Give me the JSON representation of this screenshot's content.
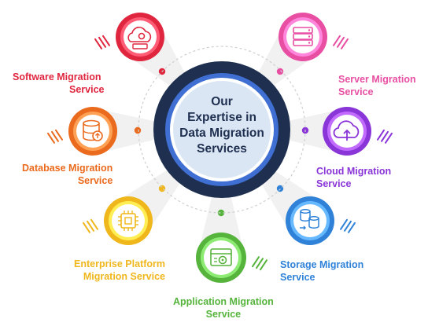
{
  "center": {
    "title_lines": [
      "Our",
      "Expertise in",
      "Data Migration",
      "Services"
    ]
  },
  "services": [
    {
      "label_lines": [
        "Software Migration",
        "Service"
      ],
      "color": "#e0263f",
      "icon": "cloud-gear-icon"
    },
    {
      "label_lines": [
        "Server Migration",
        "Service"
      ],
      "color": "#e84fa3",
      "icon": "server-rack-icon"
    },
    {
      "label_lines": [
        "Database Migration",
        "Service"
      ],
      "color": "#ea6a1e",
      "icon": "database-upload-icon"
    },
    {
      "label_lines": [
        "Cloud Migration",
        "Service"
      ],
      "color": "#8a35d8",
      "icon": "cloud-upload-icon"
    },
    {
      "label_lines": [
        "Enterprise Platform",
        "Migration Service"
      ],
      "color": "#efb71c",
      "icon": "chip-platform-icon"
    },
    {
      "label_lines": [
        "Storage Migration",
        "Service"
      ],
      "color": "#2f82d8",
      "icon": "storage-transfer-icon"
    },
    {
      "label_lines": [
        "Application Migration",
        "Service"
      ],
      "color": "#56b43d",
      "icon": "app-window-gear-icon"
    }
  ]
}
